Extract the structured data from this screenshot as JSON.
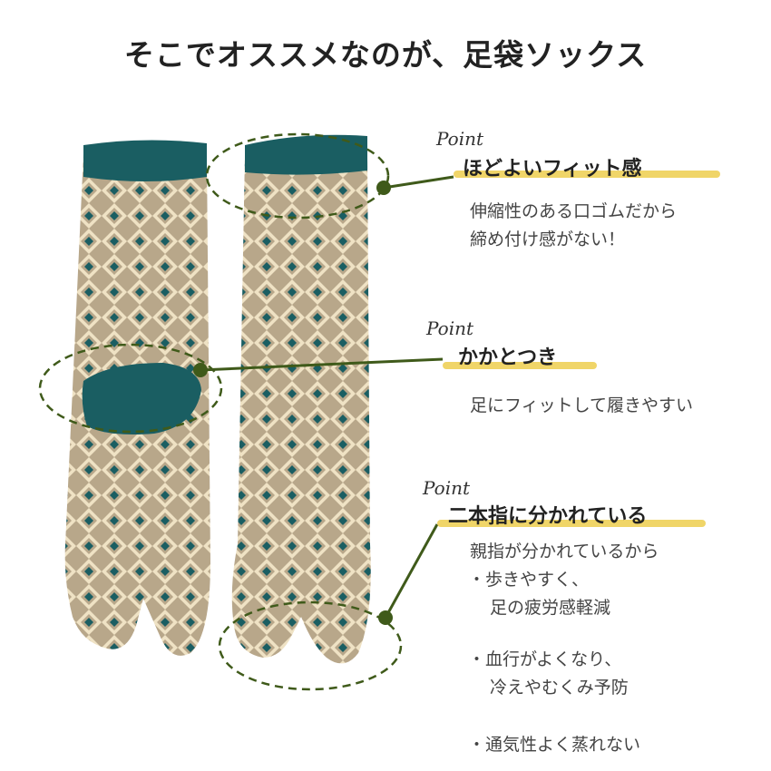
{
  "title": "そこでオススメなのが、足袋ソックス",
  "colors": {
    "teal": "#1a5e62",
    "beige": "#b8a78a",
    "cream": "#efe2c4",
    "accent_line": "#3f5a1a",
    "highlight": "#f0d568"
  },
  "points": [
    {
      "tag": "Point",
      "heading": "ほどよいフィット感",
      "lines": [
        "伸縮性のある口ゴムだから",
        "締め付け感がない！"
      ]
    },
    {
      "tag": "Point",
      "heading": "かかとつき",
      "lines": [
        "足にフィットして履きやすい"
      ]
    },
    {
      "tag": "Point",
      "heading": "二本指に分かれている",
      "lines": [
        "親指が分かれているから"
      ],
      "bullets": [
        {
          "mark": "・",
          "lines": [
            "歩きやすく、",
            "足の疲労感軽減"
          ]
        },
        {
          "mark": "・",
          "lines": [
            "血行がよくなり、",
            "冷えやむくみ予防"
          ]
        },
        {
          "mark": "・",
          "lines": [
            "通気性よく蒸れない"
          ]
        }
      ]
    }
  ]
}
